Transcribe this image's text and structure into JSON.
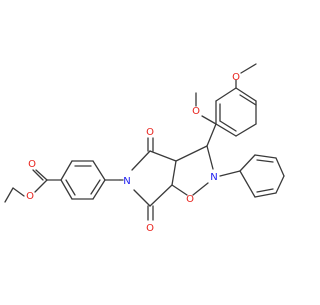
{
  "diagram": {
    "type": "chemical-structure",
    "atom_labels": {
      "o_methoxy_top": "O",
      "o_methoxy_left": "O",
      "o_ketone_top": "O",
      "n_imide": "N",
      "n_isoxazolidine": "N",
      "o_ring": "O",
      "o_ketone_bottom": "O",
      "o_ester_carbonyl": "O",
      "o_ester_ether": "O"
    },
    "colors": {
      "bond": "#3a3a3a",
      "oxygen": "#e8221c",
      "nitrogen": "#1a1af0",
      "background": "#ffffff"
    }
  }
}
